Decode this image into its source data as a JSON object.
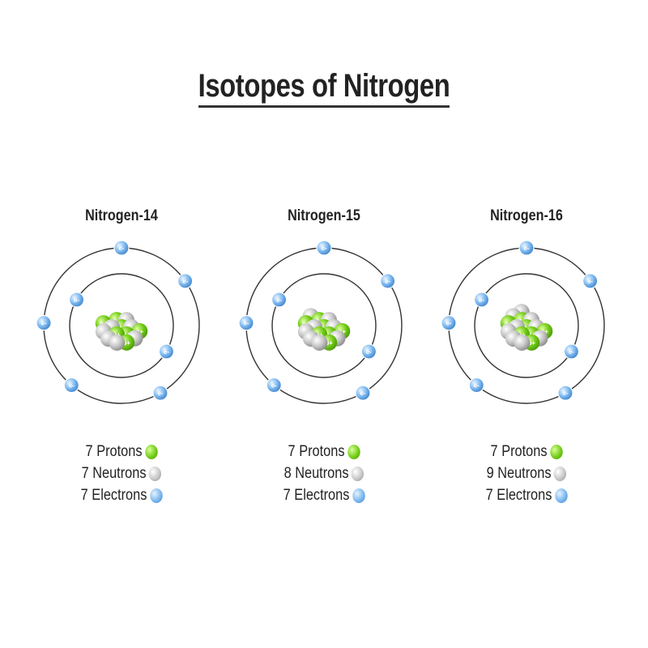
{
  "title": "Isotopes of Nitrogen",
  "colors": {
    "proton": "#74cc18",
    "neutron": "#c8c8c8",
    "electron": "#7cb8f0",
    "orbit": "#333333"
  },
  "particle_labels": {
    "proton": "p+",
    "electron": "e-"
  },
  "isotopes": [
    {
      "name": "Nitrogen-14",
      "protons": 7,
      "neutrons": 7,
      "electrons": 7,
      "legend": {
        "protons": "7 Protons",
        "neutrons": "7 Neutrons",
        "electrons": "7 Electrons"
      }
    },
    {
      "name": "Nitrogen-15",
      "protons": 7,
      "neutrons": 8,
      "electrons": 7,
      "legend": {
        "protons": "7 Protons",
        "neutrons": "8 Neutrons",
        "electrons": "7 Electrons"
      }
    },
    {
      "name": "Nitrogen-16",
      "protons": 7,
      "neutrons": 9,
      "electrons": 7,
      "legend": {
        "protons": "7 Protons",
        "neutrons": "9 Neutrons",
        "electrons": "7 Electrons"
      }
    }
  ]
}
